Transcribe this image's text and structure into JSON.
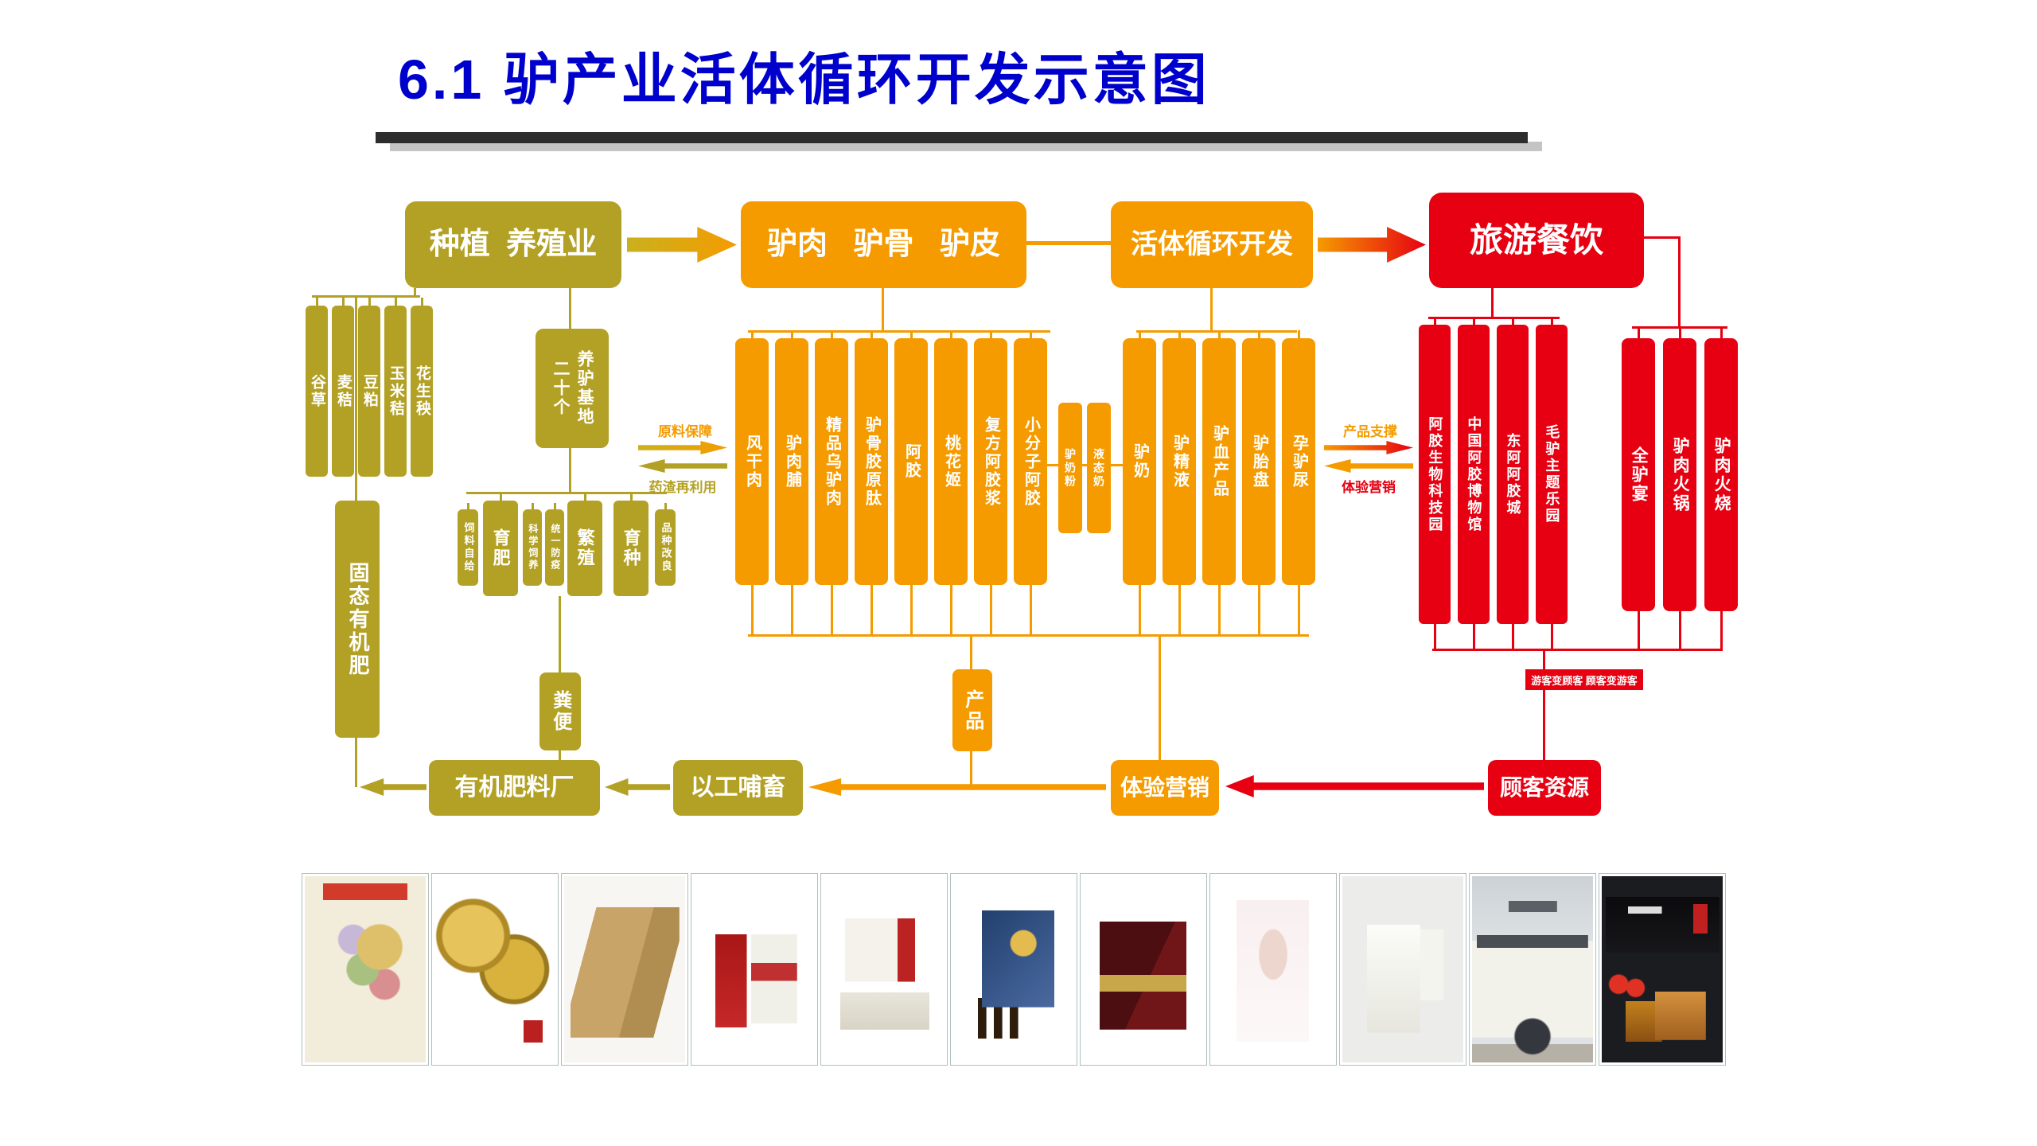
{
  "title": "6.1 驴产业活体循环开发示意图",
  "nodes": {
    "planting": "种植 养殖业",
    "meat": "驴肉 驴骨 驴皮",
    "live": "活体循环开发",
    "tourism": "旅游餐饮"
  },
  "feeds": [
    "谷草",
    "麦秸",
    "豆粕",
    "玉米秸",
    "花生秧"
  ],
  "base": {
    "line1": "二十个",
    "line2": "养驴基地"
  },
  "breeding": [
    "饲料自给",
    "育肥",
    "科学饲养",
    "统一防疫",
    "繁殖",
    "育种",
    "品种改良"
  ],
  "cycle": {
    "solid_fertilizer": "固态有机肥",
    "manure": "粪便",
    "fertilizer_plant": "有机肥料厂",
    "industry_support": "以工哺畜",
    "experience_marketing": "体验营销",
    "customer_resource": "顾客资源",
    "product": "产品",
    "visitor_note": "游客变顾客 顾客变游客"
  },
  "meat_products": [
    "风干肉",
    "驴肉脯",
    "精品乌驴肉",
    "驴骨胶原肽",
    "阿胶",
    "桃花姬",
    "复方阿胶浆",
    "小分子阿胶"
  ],
  "milk_products": [
    "驴奶粉",
    "液态奶"
  ],
  "live_products": [
    "驴奶",
    "驴精液",
    "驴血产品",
    "驴胎盘",
    "孕驴尿"
  ],
  "tourism_sites": [
    "阿胶生物科技园",
    "中国阿胶博物馆",
    "东阿阿胶城",
    "毛驴主题乐园"
  ],
  "tourism_foods": [
    "全驴宴",
    "驴肉火锅",
    "驴肉火烧"
  ],
  "arrow_labels": {
    "supply": "原料保障",
    "residue": "药渣再利用",
    "support": "产品支撑",
    "experience": "体验营销"
  },
  "colors": {
    "olive": "#b3a125",
    "orange": "#f59b00",
    "red": "#e60012",
    "title_blue": "#0000cc"
  },
  "gallery": [
    {
      "name": "china-map-photo"
    },
    {
      "name": "gold-medals-photo"
    },
    {
      "name": "ancient-documents-photo"
    },
    {
      "name": "red-gift-cylinder-photo"
    },
    {
      "name": "ejiao-product-box-photo"
    },
    {
      "name": "oral-liquid-gift-box-photo"
    },
    {
      "name": "dark-red-gift-box-photo"
    },
    {
      "name": "facial-mask-photo"
    },
    {
      "name": "gift-bag-photo"
    },
    {
      "name": "ejiao-town-building-photo"
    },
    {
      "name": "donkey-restaurant-storefront-photo"
    }
  ]
}
